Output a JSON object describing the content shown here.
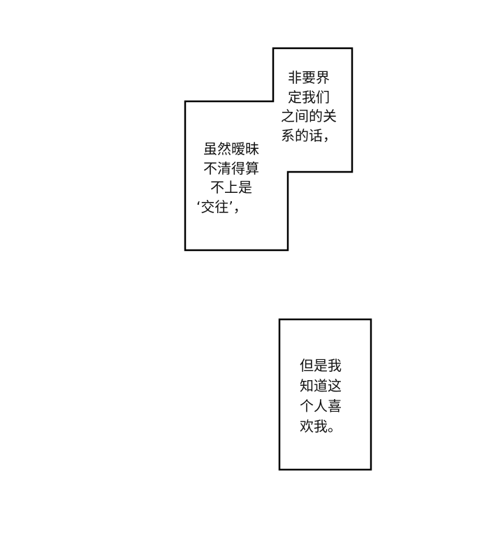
{
  "bubbles": {
    "top_right": {
      "lines": [
        "非要界",
        "定我们",
        "之间的关",
        "系的话，"
      ]
    },
    "left": {
      "lines": [
        "虽然暧昧",
        "不清得算",
        "不上是",
        "‘交往’，"
      ]
    },
    "bottom": {
      "lines": [
        "但是我",
        "知道这",
        "个人喜",
        "欢我。"
      ]
    }
  }
}
